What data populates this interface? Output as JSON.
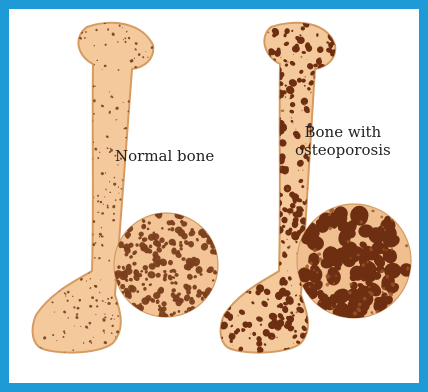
{
  "labels": {
    "normal": "Normal bone",
    "osteo_line1": "Bone with",
    "osteo_line2": "osteoporosis"
  },
  "colors": {
    "frame": "#1e9ad6",
    "bone_fill": "#f4c99c",
    "bone_outline": "#d59b61",
    "pore_normal": "#7b3f1e",
    "pore_osteo": "#6d2e11",
    "osteo_shadow": "#9a542b"
  }
}
